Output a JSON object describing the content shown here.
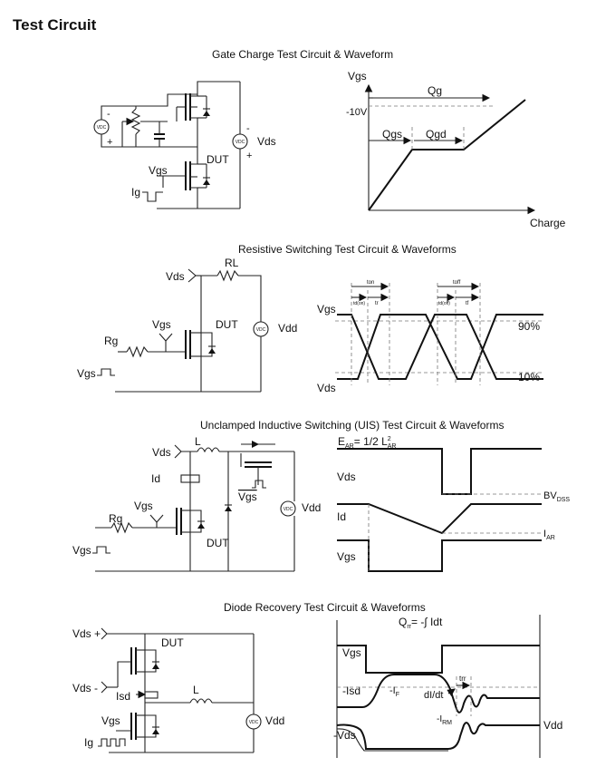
{
  "page_title": "Test Circuit",
  "sections": [
    {
      "title": "Gate Charge Test Circuit & Waveform",
      "circuit_labels": {
        "vds": "Vds",
        "dut": "DUT",
        "vgs": "Vgs",
        "ig": "Ig",
        "vdc": "VDC",
        "minus": "-",
        "plus": "+"
      },
      "waveform_labels": {
        "vgs": "Vgs",
        "qg": "Qg",
        "v10": "-10V",
        "qgs": "Qgs",
        "qgd": "Qgd",
        "charge": "Charge"
      }
    },
    {
      "title": "Resistive Switching Test Circuit & Waveforms",
      "circuit_labels": {
        "vds": "Vds",
        "rl": "RL",
        "vgs": "Vgs",
        "dut": "DUT",
        "vdd": "Vdd",
        "rg": "Rg",
        "vgs_pulse": "Vgs",
        "vdc": "VDC"
      },
      "waveform_labels": {
        "vgs": "Vgs",
        "vds": "Vds",
        "p90": "90%",
        "p10": "10%",
        "ton": "ton",
        "tdon": "td(on)",
        "tr": "tr",
        "toff": "toff",
        "tdoff": "td(off)",
        "tf": "tf"
      }
    },
    {
      "title": "Unclamped Inductive Switching (UIS) Test Circuit & Waveforms",
      "circuit_labels": {
        "vds": "Vds",
        "l": "L",
        "id": "Id",
        "vgs": "Vgs",
        "vgs_bar": "Vgs",
        "rg": "Rg",
        "dut": "DUT",
        "vdd": "Vdd",
        "vgs_pulse": "Vgs",
        "vdc": "VDC"
      },
      "waveform_labels": {
        "ear_main": "E",
        "ear_sub": "AR",
        "ear_eq": "= 1/2 L",
        "ear_sup": "2",
        "ear_sub2": "AR",
        "vds": "Vds",
        "id": "Id",
        "vgs": "Vgs",
        "bv_main": "BV",
        "bv_sub": "DSS",
        "iar_main": "I",
        "iar_sub": "AR"
      }
    },
    {
      "title": "Diode Recovery Test Circuit & Waveforms",
      "circuit_labels": {
        "vds_plus": "Vds +",
        "vds_minus": "Vds -",
        "dut": "DUT",
        "isd": "Isd",
        "l": "L",
        "vgs": "Vgs",
        "ig": "Ig",
        "vdd": "Vdd",
        "vdc": "VDC"
      },
      "waveform_labels": {
        "qrr_main": "Q",
        "qrr_sub": "rr",
        "qrr_eq": "= -∫ Idt",
        "vgs": "Vgs",
        "isd": "-Isd",
        "if": "-I",
        "if_sub": "F",
        "didt": "dI/dt",
        "trr": "trr",
        "irm": "-I",
        "irm_sub": "RM",
        "vds": "-Vds",
        "vdd": "Vdd"
      }
    }
  ]
}
